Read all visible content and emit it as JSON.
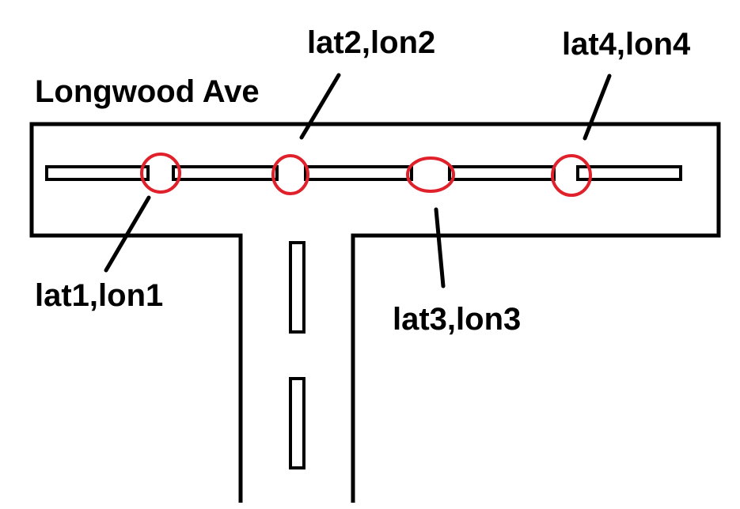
{
  "street_name": "Longwood Ave",
  "points": [
    {
      "label": "lat1,lon1"
    },
    {
      "label": "lat2,lon2"
    },
    {
      "label": "lat3,lon3"
    },
    {
      "label": "lat4,lon4"
    }
  ],
  "colors": {
    "road_outline": "#000000",
    "marker": "#e0202a",
    "background": "#ffffff"
  }
}
